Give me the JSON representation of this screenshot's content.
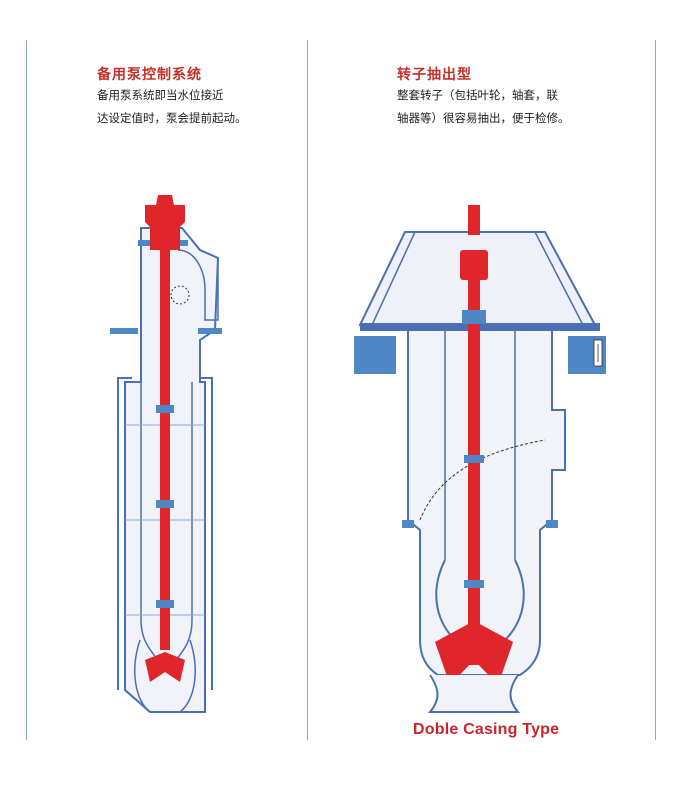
{
  "left_panel": {
    "title": "备用泵控制系统",
    "lines": [
      "备用泵系统即当水位接近",
      "达设定值时，泵会提前起动。"
    ]
  },
  "right_panel": {
    "title": "转子抽出型",
    "lines": [
      "整套转子（包括叶轮，轴套，联",
      "轴器等）很容易抽出，便于检修。"
    ]
  },
  "caption": "Doble Casing Type",
  "colors": {
    "rotor_red": "#e0262b",
    "casing_blue": "#4a6fb5",
    "fill_blue": "#4f86c6",
    "body_fill": "#f1f3f8",
    "rule_blue": "#8aa7d8"
  },
  "icons": [
    "pressure-gauge-icon",
    "pump-impeller-icon",
    "motor-coupling-icon"
  ]
}
